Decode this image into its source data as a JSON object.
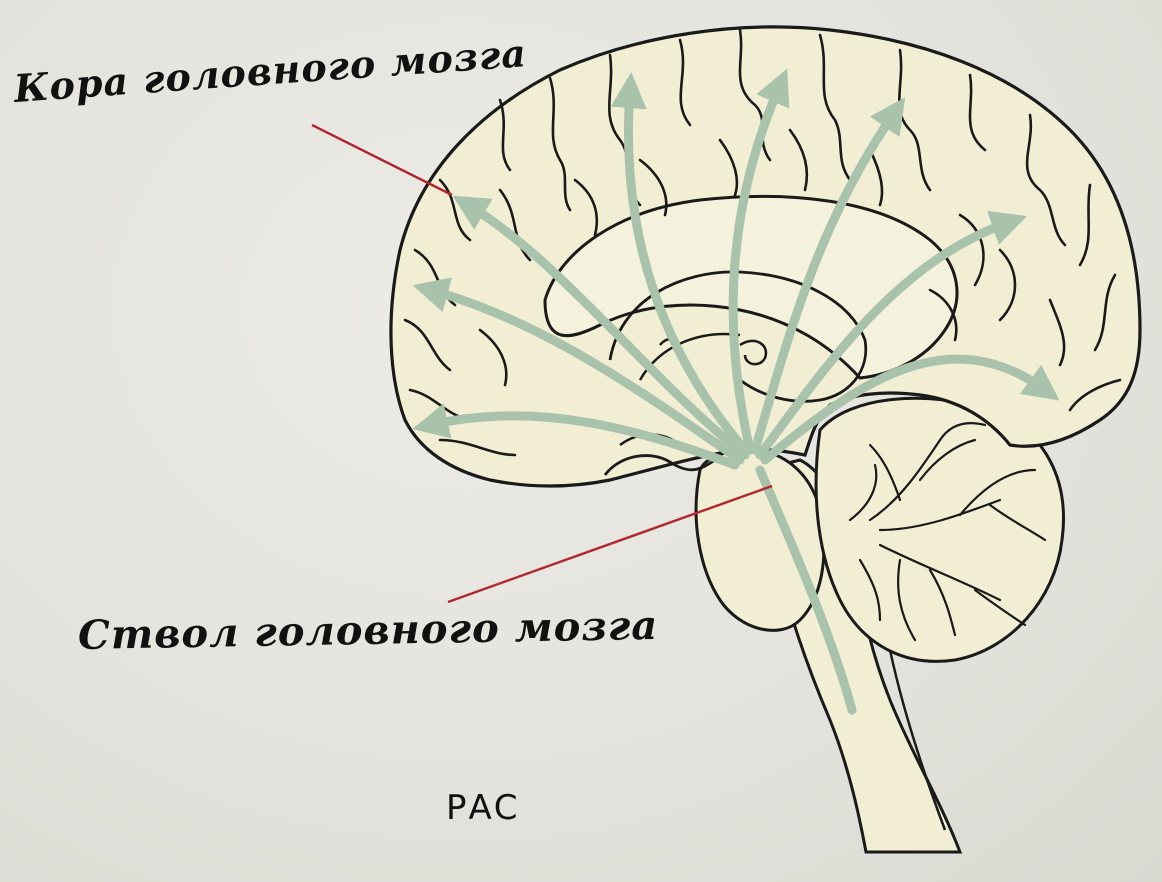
{
  "labels": {
    "cortex": "Кора головного мозга",
    "brainstem": "Ствол головного мозга",
    "caption": "РАС"
  },
  "colors": {
    "background": "#e4e3dd",
    "brain_fill": "#f1eed4",
    "outline": "#1a1a1a",
    "arrows": "#a9c2ac",
    "leader_lines": "#b3262e"
  }
}
